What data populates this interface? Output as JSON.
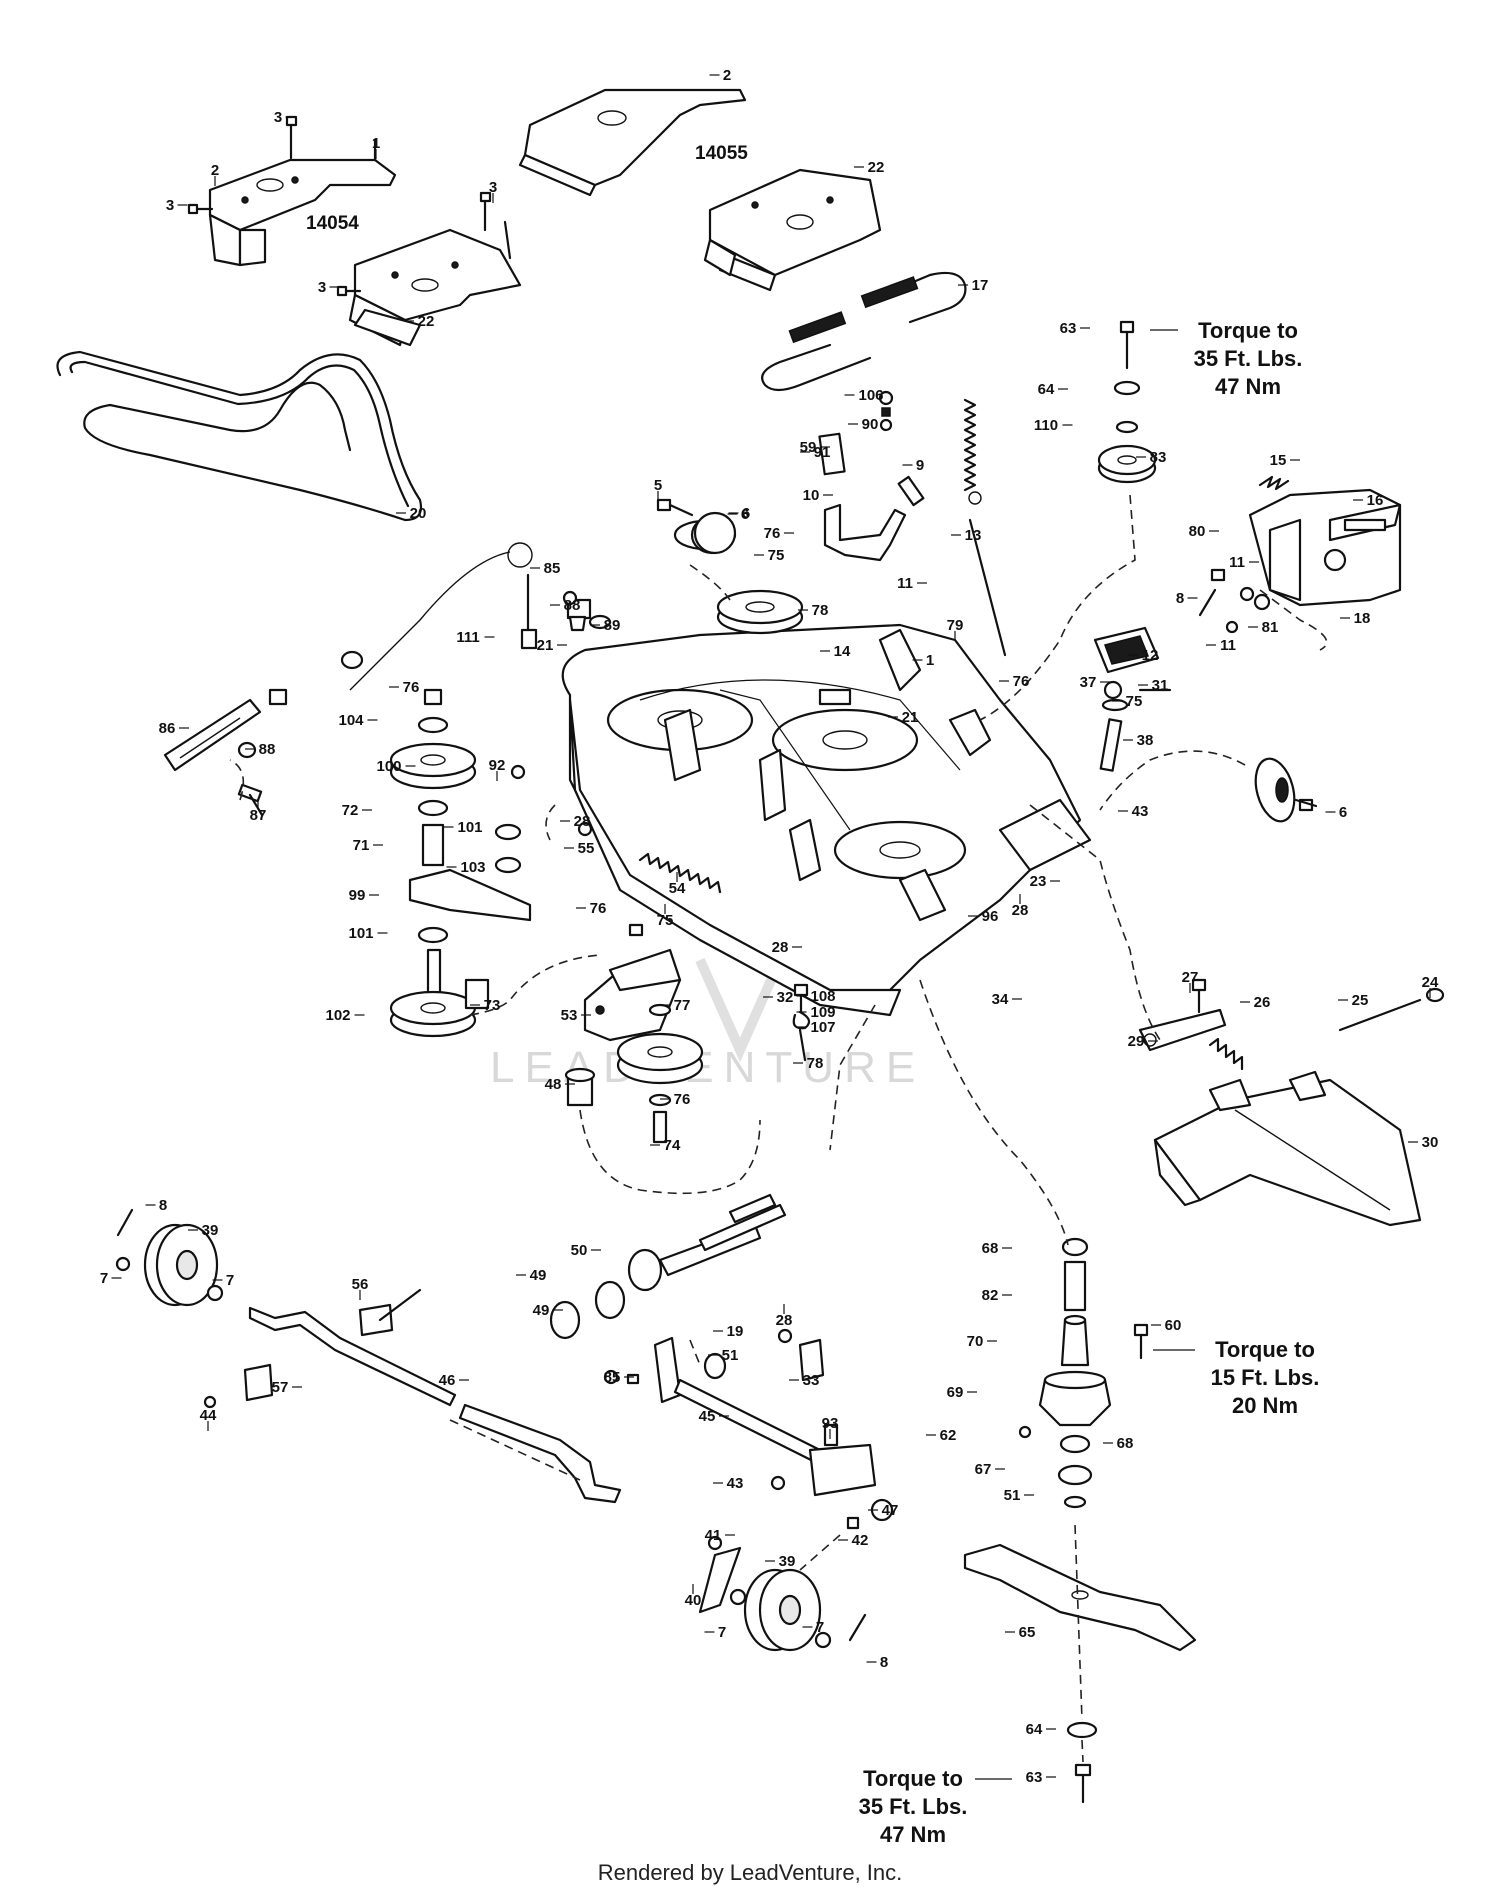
{
  "diagram": {
    "model_labels": [
      "14054",
      "14055"
    ],
    "torque_notes": [
      {
        "lines": [
          "Torque to",
          "35 Ft. Lbs.",
          "47 Nm"
        ]
      },
      {
        "lines": [
          "Torque to",
          "15 Ft. Lbs.",
          "20 Nm"
        ]
      },
      {
        "lines": [
          "Torque to",
          "35 Ft. Lbs.",
          "47 Nm"
        ]
      }
    ],
    "callouts": [
      "3",
      "3",
      "2",
      "3",
      "1",
      "3",
      "22",
      "2",
      "22",
      "17",
      "20",
      "63",
      "64",
      "110",
      "83",
      "106",
      "90",
      "91",
      "59",
      "9",
      "10",
      "5",
      "6",
      "76",
      "75",
      "78",
      "11",
      "13",
      "15",
      "16",
      "80",
      "11",
      "8",
      "81",
      "18",
      "11",
      "85",
      "88",
      "89",
      "111",
      "21",
      "14",
      "1",
      "79",
      "76",
      "12",
      "37",
      "31",
      "75",
      "38",
      "21",
      "86",
      "88",
      "87",
      "76",
      "104",
      "100",
      "92",
      "72",
      "101",
      "71",
      "103",
      "28",
      "55",
      "6",
      "6",
      "43",
      "99",
      "54",
      "101",
      "76",
      "75",
      "28",
      "23",
      "96",
      "28",
      "32",
      "34",
      "73",
      "102",
      "53",
      "108",
      "109",
      "107",
      "77",
      "78",
      "48",
      "76",
      "74",
      "27",
      "29",
      "26",
      "25",
      "24",
      "30",
      "8",
      "39",
      "7",
      "7",
      "49",
      "50",
      "49",
      "19",
      "56",
      "57",
      "44",
      "46",
      "85",
      "51",
      "28",
      "33",
      "45",
      "68",
      "82",
      "60",
      "70",
      "69",
      "62",
      "68",
      "67",
      "51",
      "93",
      "43",
      "47",
      "41",
      "42",
      "39",
      "40",
      "7",
      "7",
      "8",
      "65",
      "64",
      "63"
    ],
    "watermark": "LEADVENTURE"
  },
  "footer": {
    "text": "Rendered by LeadVenture, Inc."
  }
}
